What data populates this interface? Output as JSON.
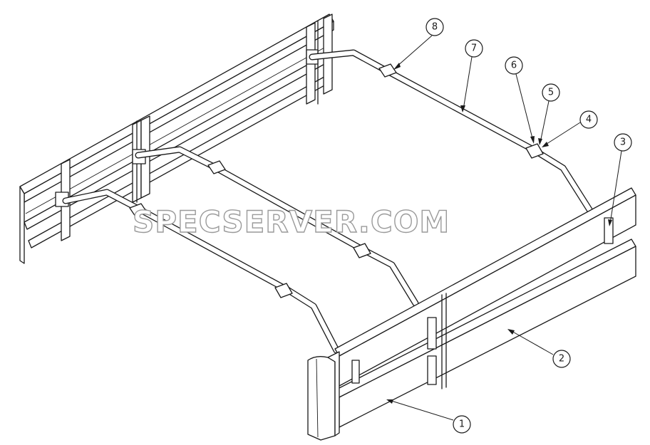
{
  "watermark": "SPECSERVER.COM",
  "callouts": [
    {
      "id": "callout-1",
      "label": "1"
    },
    {
      "id": "callout-2",
      "label": "2"
    },
    {
      "id": "callout-3",
      "label": "3"
    },
    {
      "id": "callout-4",
      "label": "4"
    },
    {
      "id": "callout-5",
      "label": "5"
    },
    {
      "id": "callout-6",
      "label": "6"
    },
    {
      "id": "callout-7",
      "label": "7"
    },
    {
      "id": "callout-8",
      "label": "8"
    }
  ]
}
